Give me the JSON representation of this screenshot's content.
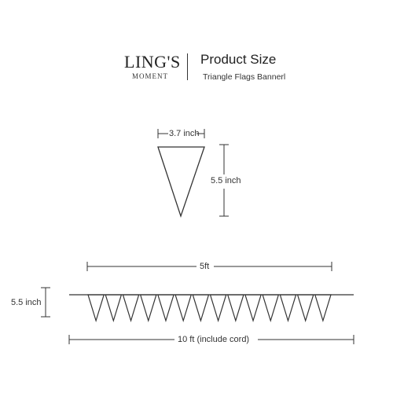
{
  "header": {
    "brand_line1": "LING'S",
    "brand_line2": "MOMENT",
    "title": "Product Size",
    "subtitle": "Triangle Flags Bannerl"
  },
  "flag_dimensions": {
    "width_label": "3.7 inch",
    "height_label": "5.5 inch"
  },
  "banner_dimensions": {
    "flag_span_label": "5ft",
    "flag_height_label": "5.5 inch",
    "total_length_label": "10 ft (include cord)",
    "flag_count": 14
  },
  "colors": {
    "line": "#333333"
  }
}
